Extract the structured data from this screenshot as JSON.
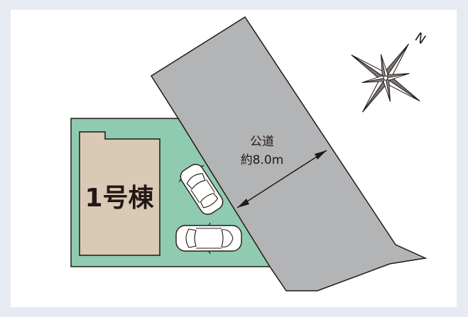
{
  "plot": {
    "building_label": "1号棟",
    "road_name": "公道",
    "road_width": "約8.0m"
  },
  "compass": {
    "north_letter": "N",
    "icon": "compass-rose-icon"
  },
  "colors": {
    "background": "#e6ebf3",
    "lot_fill": "#8fcbb0",
    "building_fill": "#d9c9b5",
    "road_fill": "#b3b4b6",
    "outline": "#231815"
  }
}
